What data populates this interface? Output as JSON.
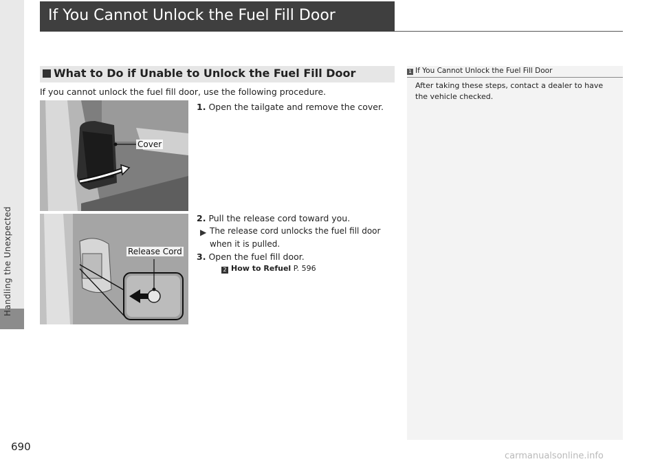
{
  "sidebar": {
    "label": "Handling the Unexpected"
  },
  "page": {
    "title": "If You Cannot Unlock the Fuel Fill Door",
    "number": "690"
  },
  "section": {
    "heading": "What to Do if Unable to Unlock the Fuel Fill Door"
  },
  "content": {
    "intro": "If you cannot unlock the fuel fill door, use the following procedure.",
    "steps": [
      {
        "num": "1.",
        "text": "Open the tailgate and remove the cover."
      },
      {
        "num": "2.",
        "text": "Pull the release cord toward you."
      },
      {
        "num": "3.",
        "text": "Open the fuel fill door."
      }
    ],
    "step2_sub": "The release cord unlocks the fuel fill door when it is pulled.",
    "reference": {
      "link": "How to Refuel",
      "page": "P. 596"
    }
  },
  "images": {
    "cover_callout": "Cover",
    "release_callout": "Release Cord"
  },
  "note": {
    "title": "If You Cannot Unlock the Fuel Fill Door",
    "body": "After taking these steps, contact a dealer to have the vehicle checked."
  },
  "watermark": "carmanualsonline.info"
}
